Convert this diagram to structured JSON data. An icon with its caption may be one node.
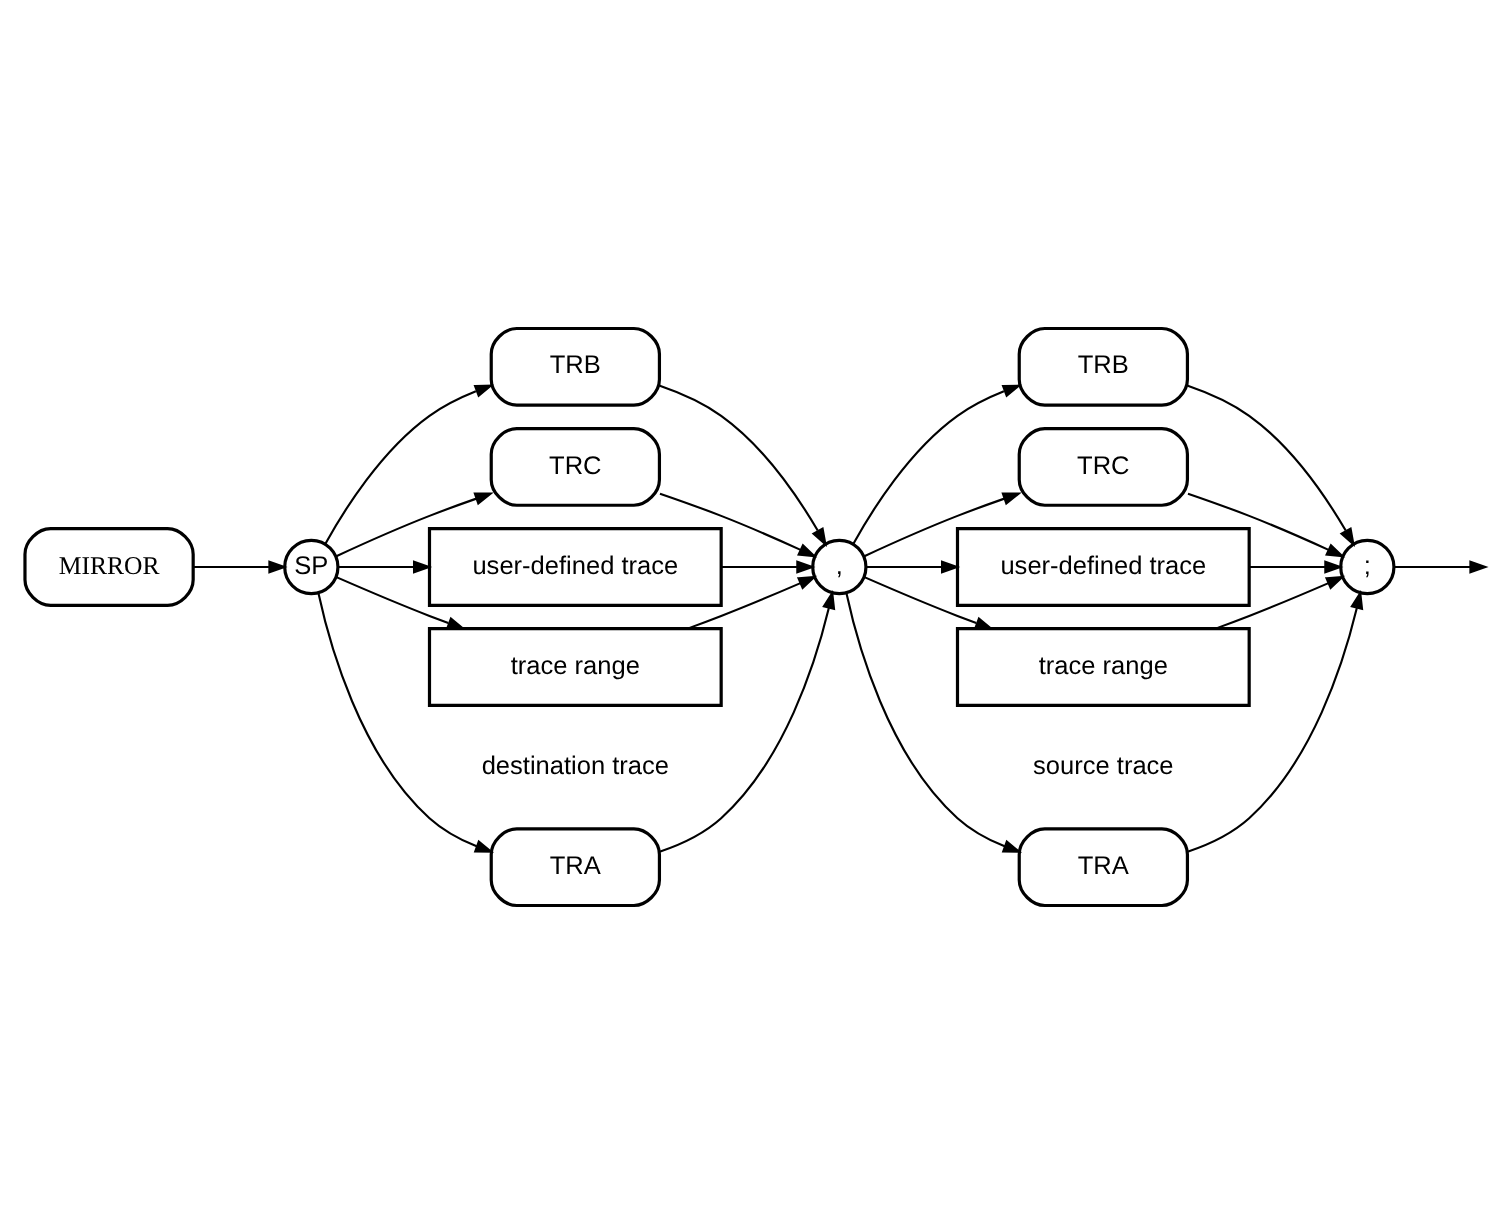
{
  "diagram": {
    "nodes": [
      {
        "text": [
          "MIRROR"
        ]
      },
      {
        "text": [
          "SP"
        ]
      },
      {
        "text": [
          "TRA"
        ]
      },
      {
        "text": [
          "TRB"
        ]
      },
      {
        "text": [
          "TRC"
        ]
      },
      {
        "text": [
          "user-defined trace"
        ]
      },
      {
        "text": [
          "trace range"
        ]
      },
      {
        "text": [
          ","
        ]
      },
      {
        "text": [
          "TRA"
        ]
      },
      {
        "text": [
          "TRB"
        ]
      },
      {
        "text": [
          "TRC"
        ]
      },
      {
        "text": [
          "user-defined trace"
        ]
      },
      {
        "text": [
          "trace range"
        ]
      },
      {
        "text": [
          ";"
        ]
      }
    ],
    "edges": [
      {
        "from": 0,
        "to": 1,
        "arrow": "to"
      },
      {
        "from": 1,
        "to": 2,
        "arrow": "to"
      },
      {
        "from": 1,
        "to": 3,
        "arrow": "to"
      },
      {
        "from": 1,
        "to": 4,
        "arrow": "to"
      },
      {
        "from": 1,
        "to": 5,
        "arrow": "to"
      },
      {
        "from": 1,
        "to": 6,
        "arrow": "to"
      },
      {
        "from": 2,
        "to": 7,
        "arrow": "to"
      },
      {
        "from": 3,
        "to": 7,
        "arrow": "to"
      },
      {
        "from": 4,
        "to": 7,
        "arrow": "to"
      },
      {
        "from": 5,
        "to": 7,
        "arrow": "to"
      },
      {
        "from": 6,
        "to": 7,
        "arrow": "to"
      },
      {
        "from": 7,
        "to": 8,
        "arrow": "to"
      },
      {
        "from": 7,
        "to": 9,
        "arrow": "to"
      },
      {
        "from": 7,
        "to": 10,
        "arrow": "to"
      },
      {
        "from": 7,
        "to": 11,
        "arrow": "to"
      },
      {
        "from": 7,
        "to": 12,
        "arrow": "to"
      },
      {
        "from": 8,
        "to": 13,
        "arrow": "to"
      },
      {
        "from": 9,
        "to": 13,
        "arrow": "to"
      },
      {
        "from": 10,
        "to": 13,
        "arrow": "to"
      },
      {
        "from": 11,
        "to": 13,
        "arrow": "to"
      },
      {
        "from": 12,
        "to": 13,
        "arrow": "to"
      },
      {
        "from": 13,
        "to": null,
        "arrow": "to"
      }
    ],
    "labels": [
      "destination trace",
      "source trace"
    ]
  }
}
